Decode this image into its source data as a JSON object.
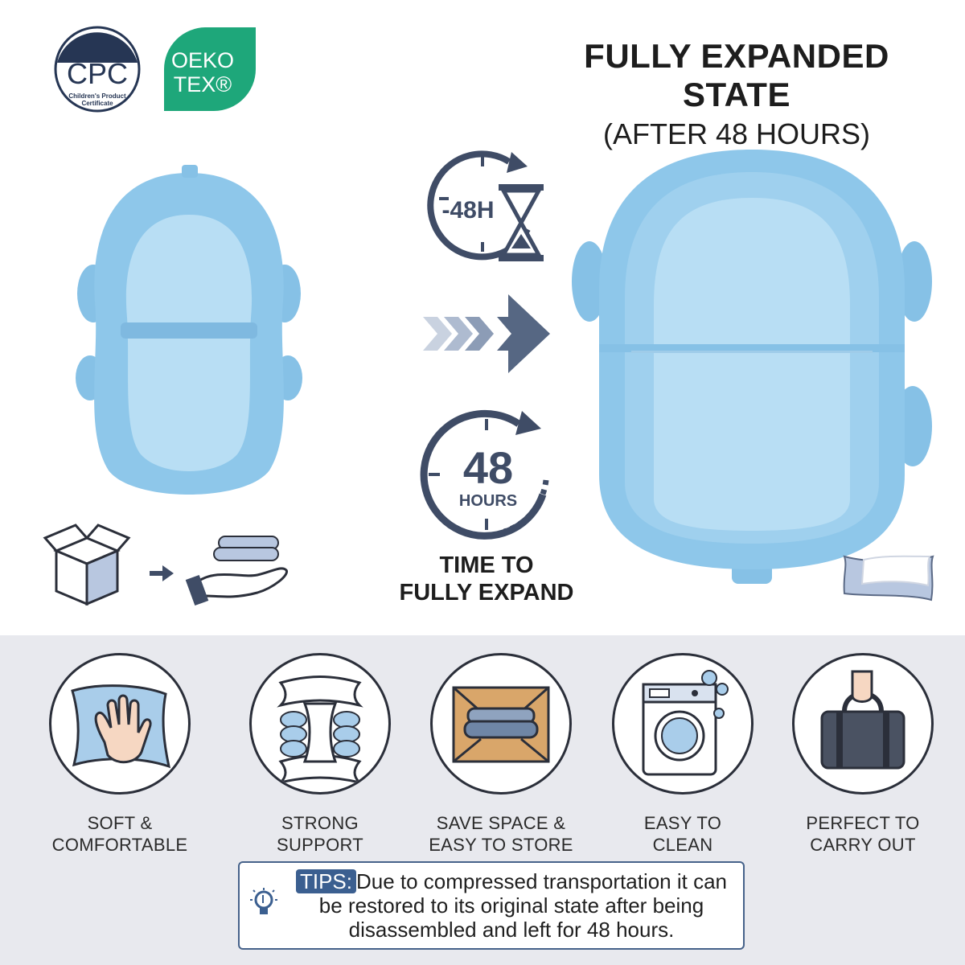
{
  "certifications": {
    "cpc": {
      "title": "CPC",
      "subtitle_line1": "Children's Product",
      "subtitle_line2": "Certificate"
    },
    "oeko": {
      "line1": "OEKO",
      "line2": "TEX®"
    }
  },
  "header": {
    "title": "FULLY EXPANDED STATE",
    "subtitle": "(AFTER 48 HOURS)"
  },
  "timer_icon": {
    "label": "-48H"
  },
  "hours_icon": {
    "number": "48",
    "unit": "HOURS"
  },
  "expand_label": {
    "line1": "TIME TO",
    "line2": "FULLY EXPAND"
  },
  "features": [
    {
      "line1": "SOFT &",
      "line2": "COMFORTABLE"
    },
    {
      "line1": "STRONG",
      "line2": "SUPPORT"
    },
    {
      "line1": "SAVE SPACE &",
      "line2": "EASY TO STORE"
    },
    {
      "line1": "EASY TO",
      "line2": "CLEAN"
    },
    {
      "line1": "PERFECT TO",
      "line2": "CARRY OUT"
    }
  ],
  "tips": {
    "tag": "TIPS:",
    "text": "Due to compressed transportation it can be restored to its original state after being disassembled and left for 48 hours."
  },
  "colors": {
    "product_blue": "#9fd0ee",
    "product_blue_dark": "#7fb9e0",
    "icon_navy": "#3f4c66",
    "oeko_green": "#1ea77a",
    "cpc_navy": "#263654",
    "tips_border": "#46628a",
    "tips_tag": "#3b5f90"
  }
}
